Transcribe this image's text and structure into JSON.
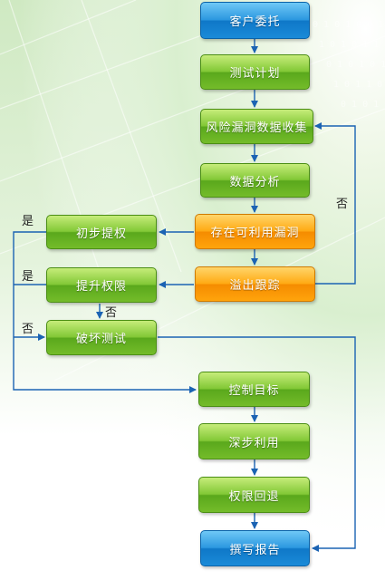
{
  "colors": {
    "arrow": "#1b63b3",
    "blue": "#1a8ad8",
    "green": "#74bc2a",
    "orange": "#ffa40c"
  },
  "nodes": {
    "commission": "客户委托",
    "test_plan": "测试计划",
    "vuln_collect": "风险漏洞数据收集",
    "data_analysis": "数据分析",
    "exploitable": "存在可利用漏洞",
    "overflow_trace": "溢出跟踪",
    "initial_privesc": "初步提权",
    "privilege_escalation": "提升权限",
    "destructive_test": "破坏测试",
    "control_target": "控制目标",
    "deep_exploit": "深步利用",
    "privilege_rollback": "权限回退",
    "write_report": "撰写报告"
  },
  "edge_labels": {
    "no_loop": "否",
    "yes_initial": "是",
    "yes_privesc": "是",
    "no_privesc": "否",
    "no_destructive": "否"
  }
}
